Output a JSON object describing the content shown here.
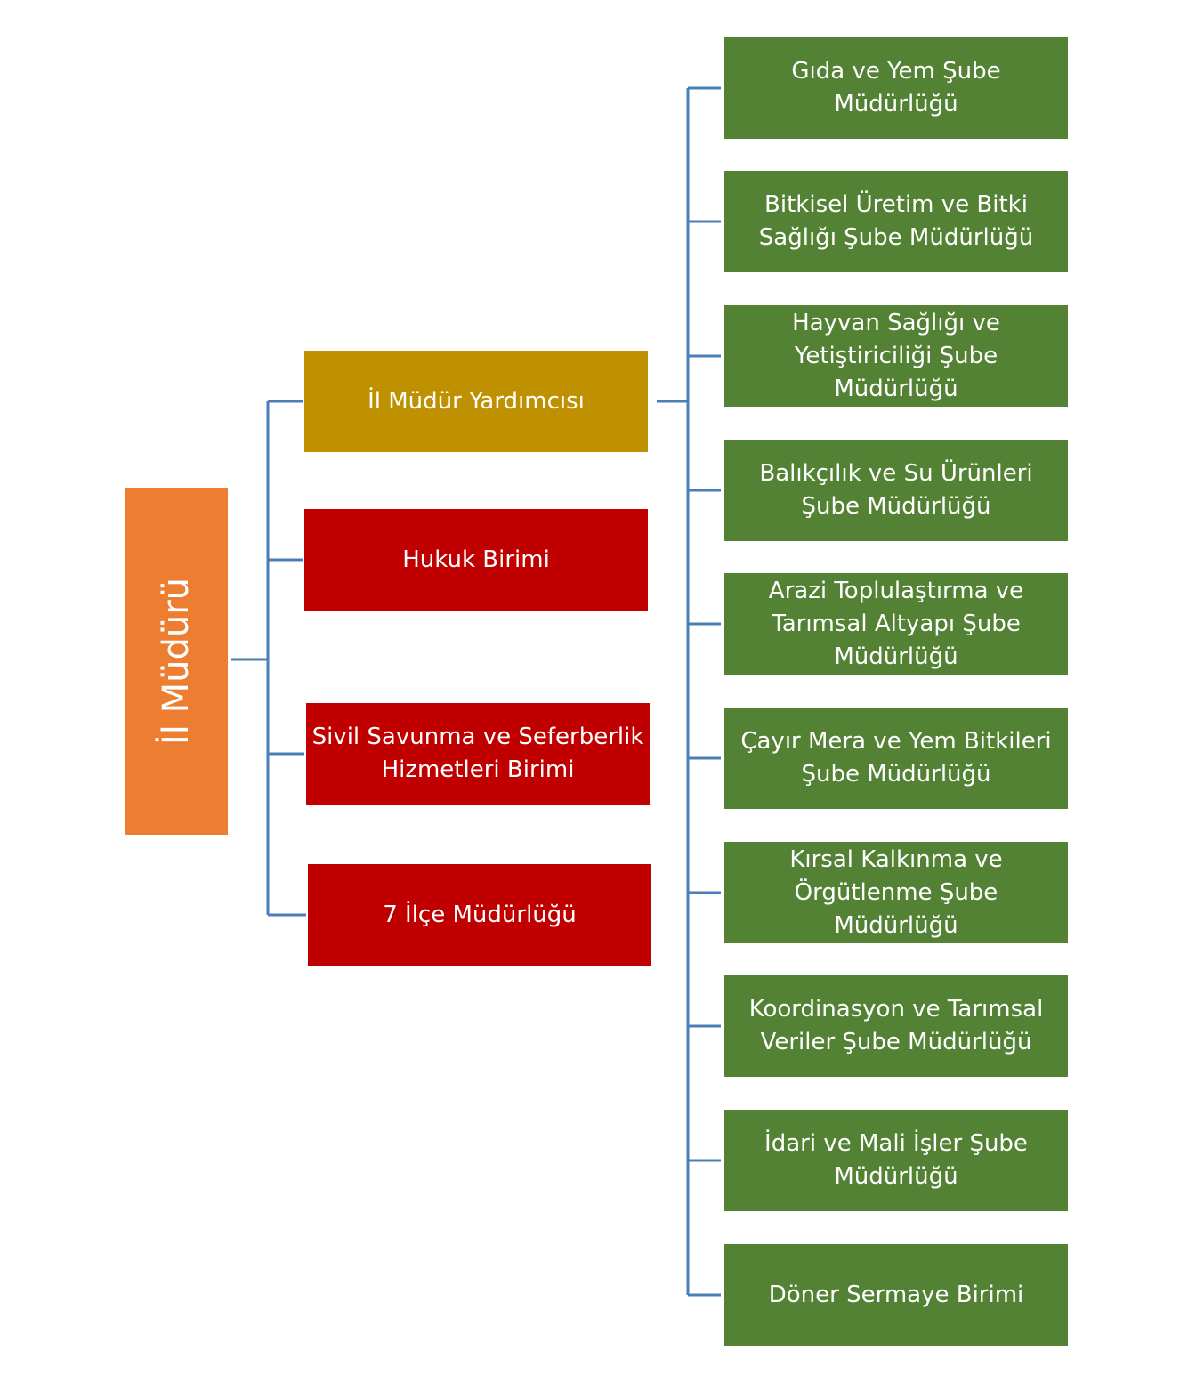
{
  "colors": {
    "root": "#ED7D31",
    "deputy": "#BF9000",
    "unit": "#C00000",
    "branch": "#548235",
    "connector": "#4A7FB5"
  },
  "root": {
    "label": "İl Müdürü"
  },
  "level2": [
    {
      "label": "İl Müdür Yardımcısı",
      "kind": "deputy"
    },
    {
      "label": "Hukuk Birimi",
      "kind": "unit"
    },
    {
      "label": "Sivil Savunma ve Seferberlik\nHizmetleri Birimi",
      "kind": "unit"
    },
    {
      "label": "7 İlçe Müdürlüğü",
      "kind": "unit"
    }
  ],
  "level3": [
    {
      "label": "Gıda ve Yem Şube\nMüdürlüğü"
    },
    {
      "label": "Bitkisel Üretim ve Bitki\nSağlığı Şube Müdürlüğü"
    },
    {
      "label": "Hayvan Sağlığı ve\nYetiştiriciliği Şube\nMüdürlüğü"
    },
    {
      "label": "Balıkçılık ve Su Ürünleri\nŞube Müdürlüğü"
    },
    {
      "label": "Arazi Toplulaştırma ve\nTarımsal Altyapı Şube\nMüdürlüğü"
    },
    {
      "label": "Çayır Mera ve Yem Bitkileri\nŞube Müdürlüğü"
    },
    {
      "label": "Kırsal Kalkınma ve\nÖrgütlenme Şube\nMüdürlüğü"
    },
    {
      "label": "Koordinasyon  ve Tarımsal\nVeriler  Şube Müdürlüğü"
    },
    {
      "label": "İdari ve Mali İşler Şube\nMüdürlüğü"
    },
    {
      "label": "Döner Sermaye Birimi"
    }
  ]
}
